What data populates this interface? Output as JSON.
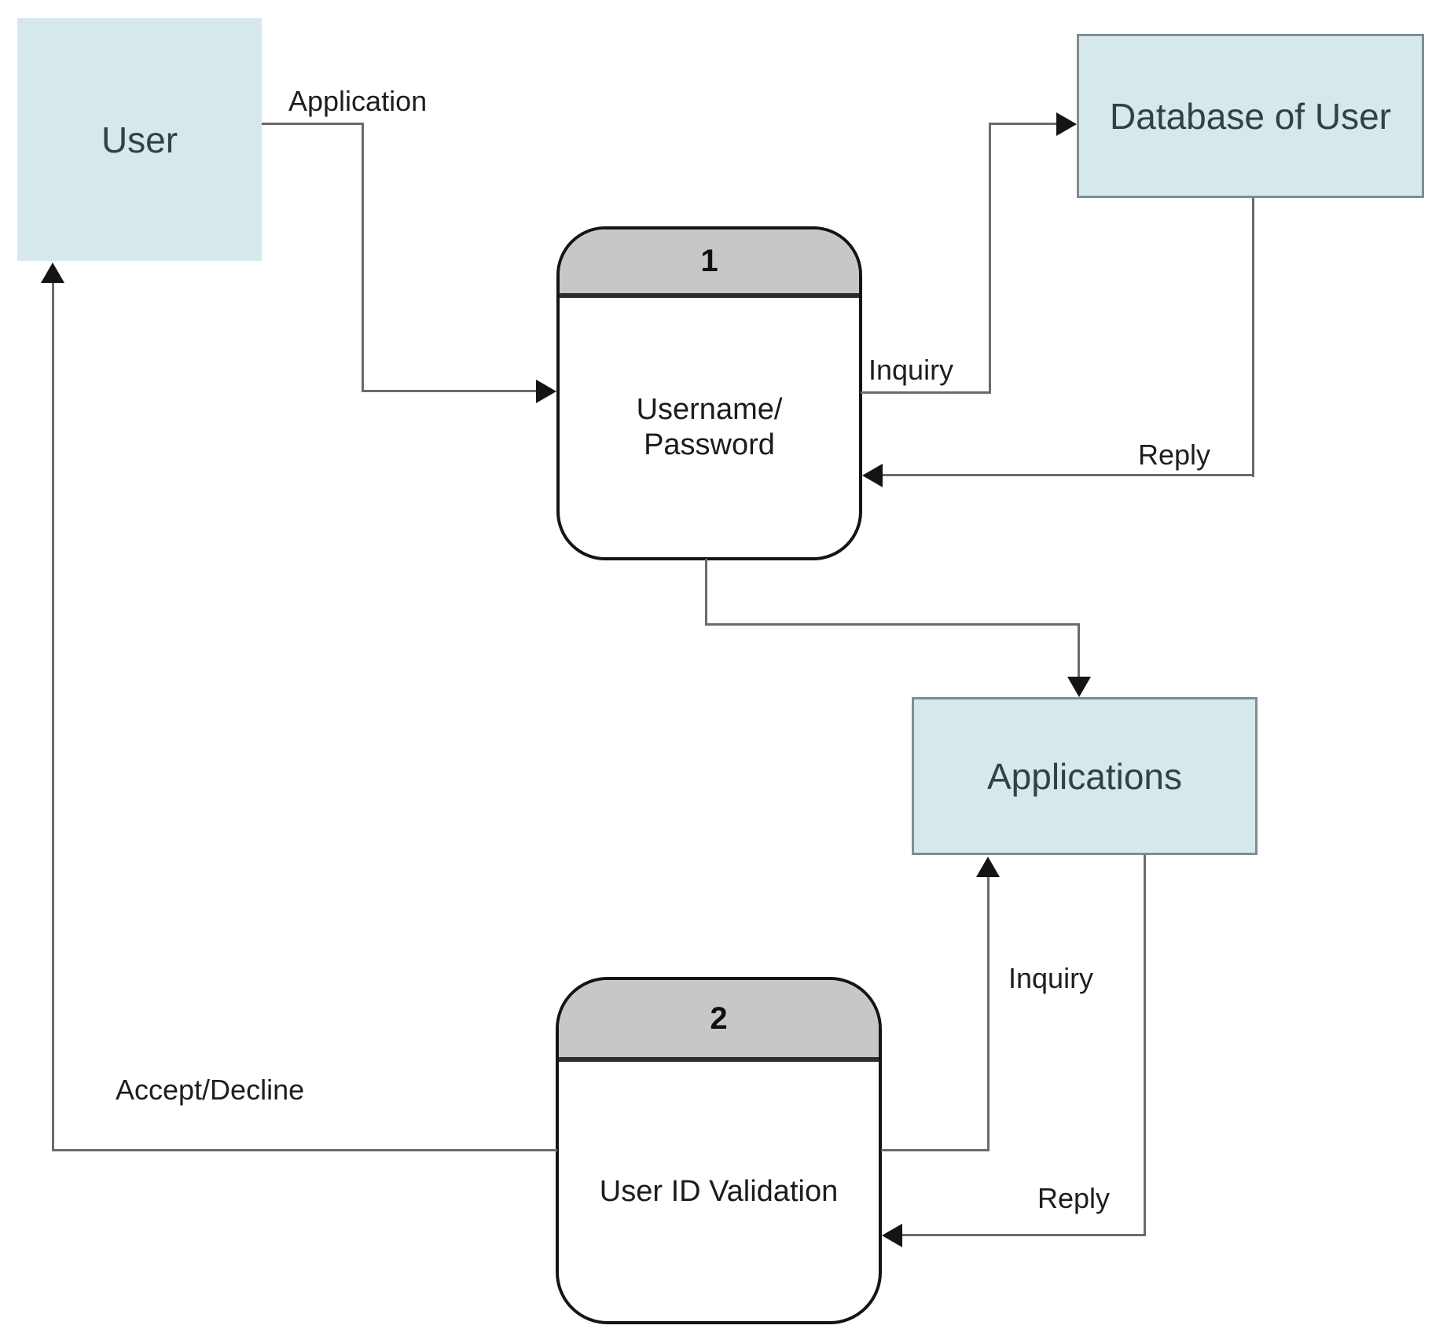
{
  "entities": {
    "user": {
      "label": "User"
    },
    "database": {
      "label": "Database of User"
    },
    "applications": {
      "label": "Applications"
    }
  },
  "processes": {
    "p1": {
      "number": "1",
      "line1": "Username/",
      "line2": "Password"
    },
    "p2": {
      "number": "2",
      "label": "User ID Validation"
    }
  },
  "flows": {
    "application": {
      "label": "Application"
    },
    "inquiry_db": {
      "label": "Inquiry"
    },
    "reply_db": {
      "label": "Reply"
    },
    "inquiry_apps": {
      "label": "Inquiry"
    },
    "reply_apps": {
      "label": "Reply"
    },
    "accept_decline": {
      "label": "Accept/Decline"
    }
  },
  "colors": {
    "background": "#ffffff",
    "entity_fill": "#d6e8ec",
    "entity_border": "#7d8e93",
    "process_header_fill": "#c7c7c7",
    "process_border": "#141414",
    "connector": "#6b6b6b",
    "arrowhead": "#141414",
    "entity_text": "#2e4347",
    "label_text": "#1e1e1e"
  }
}
